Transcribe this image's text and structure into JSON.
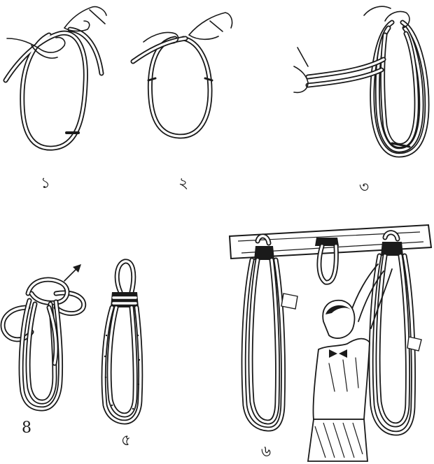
{
  "steps": [
    {
      "label": "১"
    },
    {
      "label": "২"
    },
    {
      "label": "৩"
    },
    {
      "label": "8"
    },
    {
      "label": "৫"
    },
    {
      "label": "৬"
    }
  ],
  "colors": {
    "ink": "#1a1a1a",
    "paper": "#ffffff"
  }
}
